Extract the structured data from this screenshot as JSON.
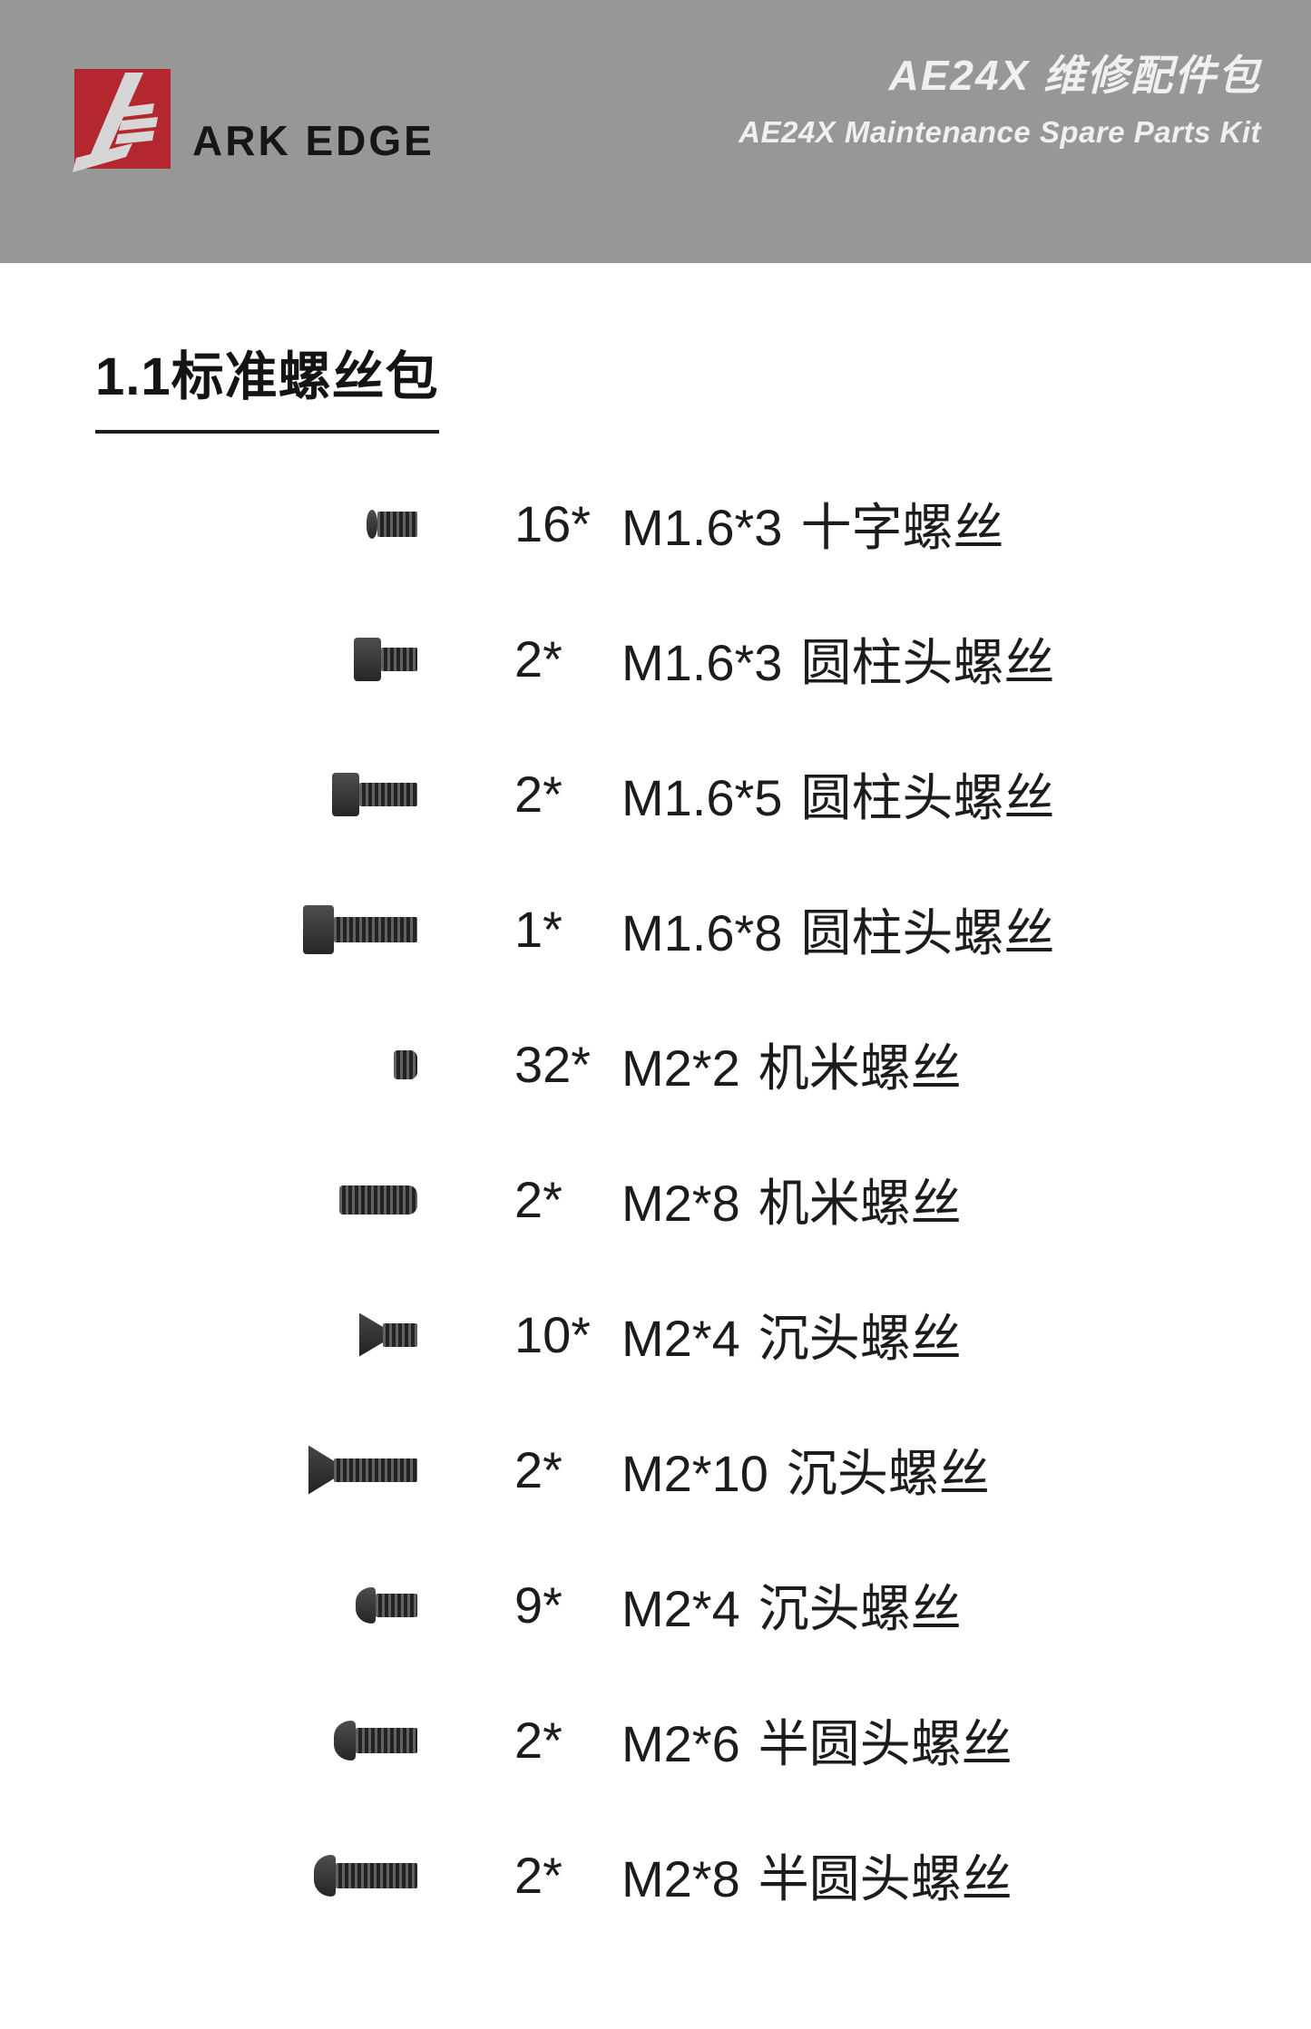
{
  "header": {
    "bg_color": "#979797",
    "logo": {
      "monogram_icon": "ae-monogram-icon",
      "brand_color": "#b4272f",
      "wordmark": "ARK EDGE"
    },
    "title_zh": "AE24X 维修配件包",
    "title_en": "AE24X Maintenance Spare Parts Kit"
  },
  "section": {
    "title": "1.1标准螺丝包"
  },
  "parts_list": {
    "rows": [
      {
        "qty": "16*",
        "spec": "M1.6*3",
        "name": "十字螺丝",
        "icon": "pan-head-screw-icon"
      },
      {
        "qty": "2*",
        "spec": "M1.6*3",
        "name": "圆柱头螺丝",
        "icon": "cylinder-head-screw-icon"
      },
      {
        "qty": "2*",
        "spec": "M1.6*5",
        "name": "圆柱头螺丝",
        "icon": "cylinder-head-screw-icon"
      },
      {
        "qty": "1*",
        "spec": "M1.6*8",
        "name": "圆柱头螺丝",
        "icon": "cylinder-head-screw-icon"
      },
      {
        "qty": "32*",
        "spec": "M2*2",
        "name": "机米螺丝",
        "icon": "set-screw-icon"
      },
      {
        "qty": "2*",
        "spec": "M2*8",
        "name": "机米螺丝",
        "icon": "set-screw-icon"
      },
      {
        "qty": "10*",
        "spec": "M2*4",
        "name": "沉头螺丝",
        "icon": "countersunk-screw-icon"
      },
      {
        "qty": "2*",
        "spec": "M2*10",
        "name": "沉头螺丝",
        "icon": "countersunk-screw-icon"
      },
      {
        "qty": "9*",
        "spec": "M2*4",
        "name": "沉头螺丝",
        "icon": "button-head-screw-icon"
      },
      {
        "qty": "2*",
        "spec": "M2*6",
        "name": "半圆头螺丝",
        "icon": "button-head-screw-icon"
      },
      {
        "qty": "2*",
        "spec": "M2*8",
        "name": "半圆头螺丝",
        "icon": "button-head-screw-icon"
      }
    ]
  }
}
